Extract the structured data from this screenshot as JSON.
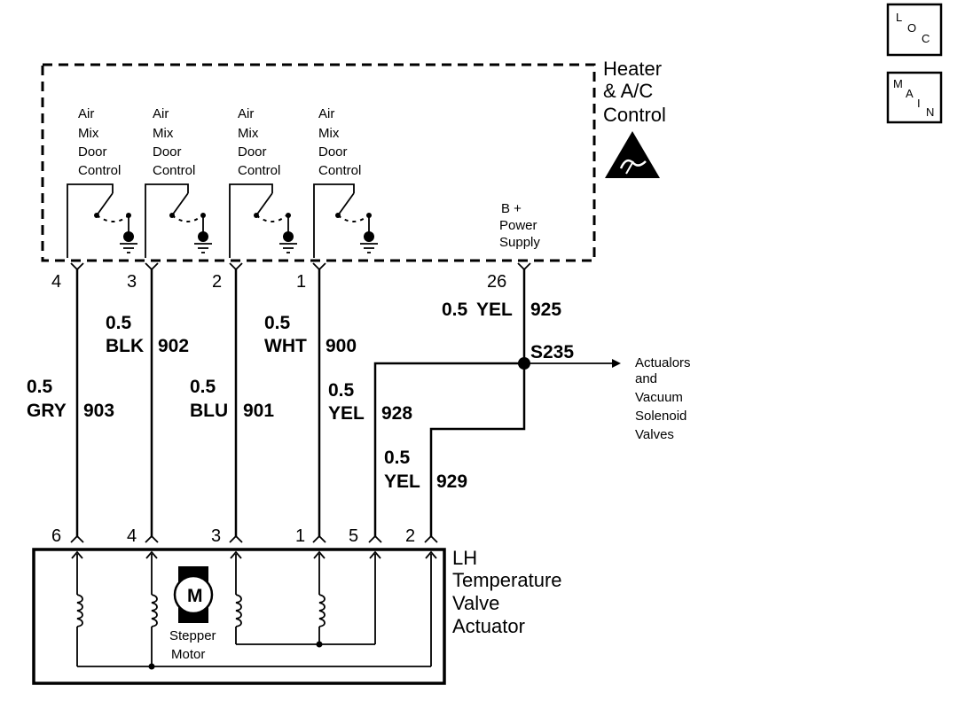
{
  "badges": {
    "loc": [
      "L",
      "O",
      "C"
    ],
    "main": [
      "M",
      "A",
      "I",
      "N"
    ]
  },
  "control_module": {
    "name_lines": [
      "Heater",
      "& A/C",
      "Control"
    ],
    "power_supply_lines": [
      "B +",
      "Power",
      "Supply"
    ],
    "switch_lines": [
      "Air",
      "Mix",
      "Door",
      "Control"
    ]
  },
  "actuator": {
    "name_lines": [
      "LH",
      "Temperature",
      "Valve",
      "Actuator"
    ],
    "motor_symbol": "M",
    "motor_label_lines": [
      "Stepper",
      "Motor"
    ]
  },
  "connector_pins_top": [
    "4",
    "3",
    "2",
    "1",
    "26"
  ],
  "connector_pins_bottom": [
    "6",
    "4",
    "3",
    "1",
    "5",
    "2"
  ],
  "wires": [
    {
      "size": "0.5",
      "color": "GRY",
      "circuit": "903"
    },
    {
      "size": "0.5",
      "color": "BLK",
      "circuit": "902"
    },
    {
      "size": "0.5",
      "color": "BLU",
      "circuit": "901"
    },
    {
      "size": "0.5",
      "color": "WHT",
      "circuit": "900"
    },
    {
      "size": "0.5",
      "color": "YEL",
      "circuit": "925"
    },
    {
      "size": "0.5",
      "color": "YEL",
      "circuit": "928"
    },
    {
      "size": "0.5",
      "color": "YEL",
      "circuit": "929"
    }
  ],
  "splice": {
    "label": "S235"
  },
  "splice_destination_lines": [
    "Actualors",
    "and",
    "Vacuum",
    "Solenoid",
    "Valves"
  ]
}
